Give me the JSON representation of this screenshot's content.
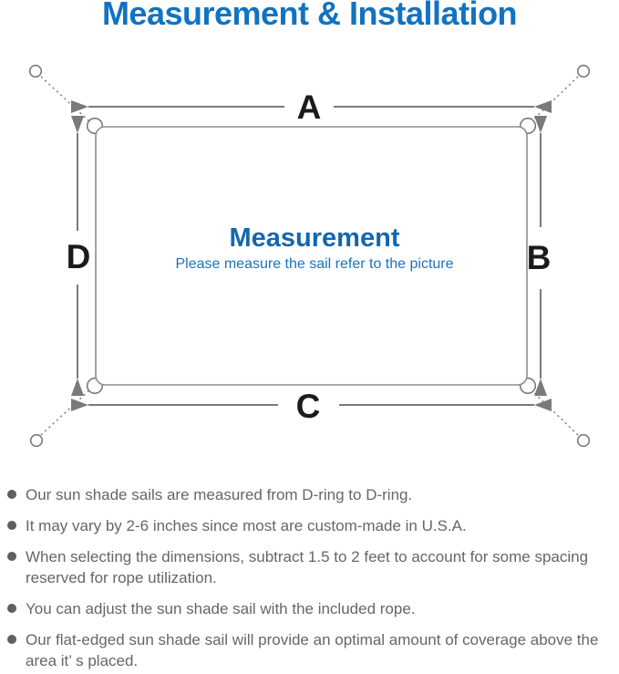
{
  "title": "Measurement & Installation",
  "diagram": {
    "dim_labels": {
      "a": "A",
      "b": "B",
      "c": "C",
      "d": "D"
    },
    "center_title": "Measurement",
    "center_subtitle": "Please measure the sail refer to the picture"
  },
  "colors": {
    "title_blue": "#1173c1",
    "center_title_blue": "#1567ad",
    "center_subtitle_blue": "#1e72ba",
    "diagram_line_gray": "#7a7a7a",
    "dim_letter_black": "#1b1b1b",
    "note_text_gray": "#666666"
  },
  "notes": [
    {
      "text": "Our sun shade sails are measured from D-ring to D-ring."
    },
    {
      "text": "It may vary by 2-6 inches since most are custom-made in U.S.A."
    },
    {
      "text": "When selecting the dimensions, subtract 1.5 to 2 feet to account for some spacing reserved for rope utilization."
    },
    {
      "text": "You can adjust the sun shade sail with the included rope."
    },
    {
      "text": "Our flat-edged sun shade sail will provide an optimal amount of coverage above the area it’ s placed."
    }
  ]
}
